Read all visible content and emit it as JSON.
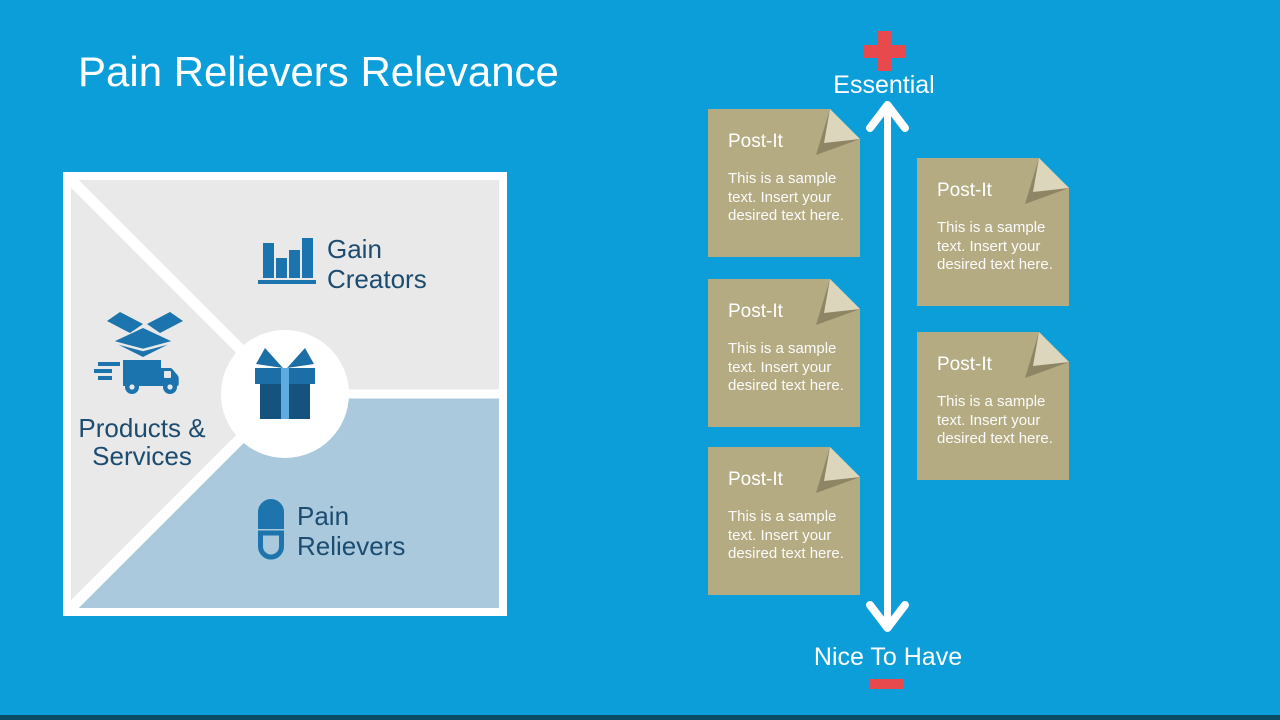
{
  "slide": {
    "title": "Pain Relievers Relevance"
  },
  "quadrant": {
    "sections": [
      {
        "id": "gain-creators",
        "label_lines": [
          "Gain",
          "Creators"
        ],
        "icon": "bar-chart-icon"
      },
      {
        "id": "products-services",
        "label_lines": [
          "Products &",
          "Services"
        ],
        "icon": "shipping-box-truck-icon"
      },
      {
        "id": "pain-relievers",
        "label_lines": [
          "Pain",
          "Relievers"
        ],
        "icon": "pill-capsule-icon"
      }
    ],
    "center_icon": "gift-icon"
  },
  "axis": {
    "top_symbol": "+",
    "top_label": "Essential",
    "bottom_label": "Nice To Have",
    "bottom_symbol": "−"
  },
  "postits": {
    "notes": [
      {
        "title": "Post-It",
        "body": "This is a sample text. Insert your desired text here."
      },
      {
        "title": "Post-It",
        "body": "This is a sample text. Insert your desired text here."
      },
      {
        "title": "Post-It",
        "body": "This is a sample text. Insert your desired text here."
      },
      {
        "title": "Post-It",
        "body": "This is a sample text. Insert your desired text here."
      },
      {
        "title": "Post-It",
        "body": "This is a sample text. Insert your desired text here."
      }
    ]
  },
  "colors": {
    "background": "#0c9ed9",
    "panel_gray": "#e9e9e9",
    "pain_area_blue": "#aac9dd",
    "icon_blue": "#1b74ad",
    "label_navy": "#1c4c70",
    "postit_tan": "#b4ab83",
    "postit_fold_light": "#dcd6bc",
    "postit_fold_shadow": "#8e8565",
    "accent_red": "#e8494d",
    "footer_bar": "#0b4b66",
    "gift_lid_blue": "#1c6fa6",
    "gift_body_blue": "#15537e",
    "gift_ribbon_blue": "#5cacdf"
  }
}
